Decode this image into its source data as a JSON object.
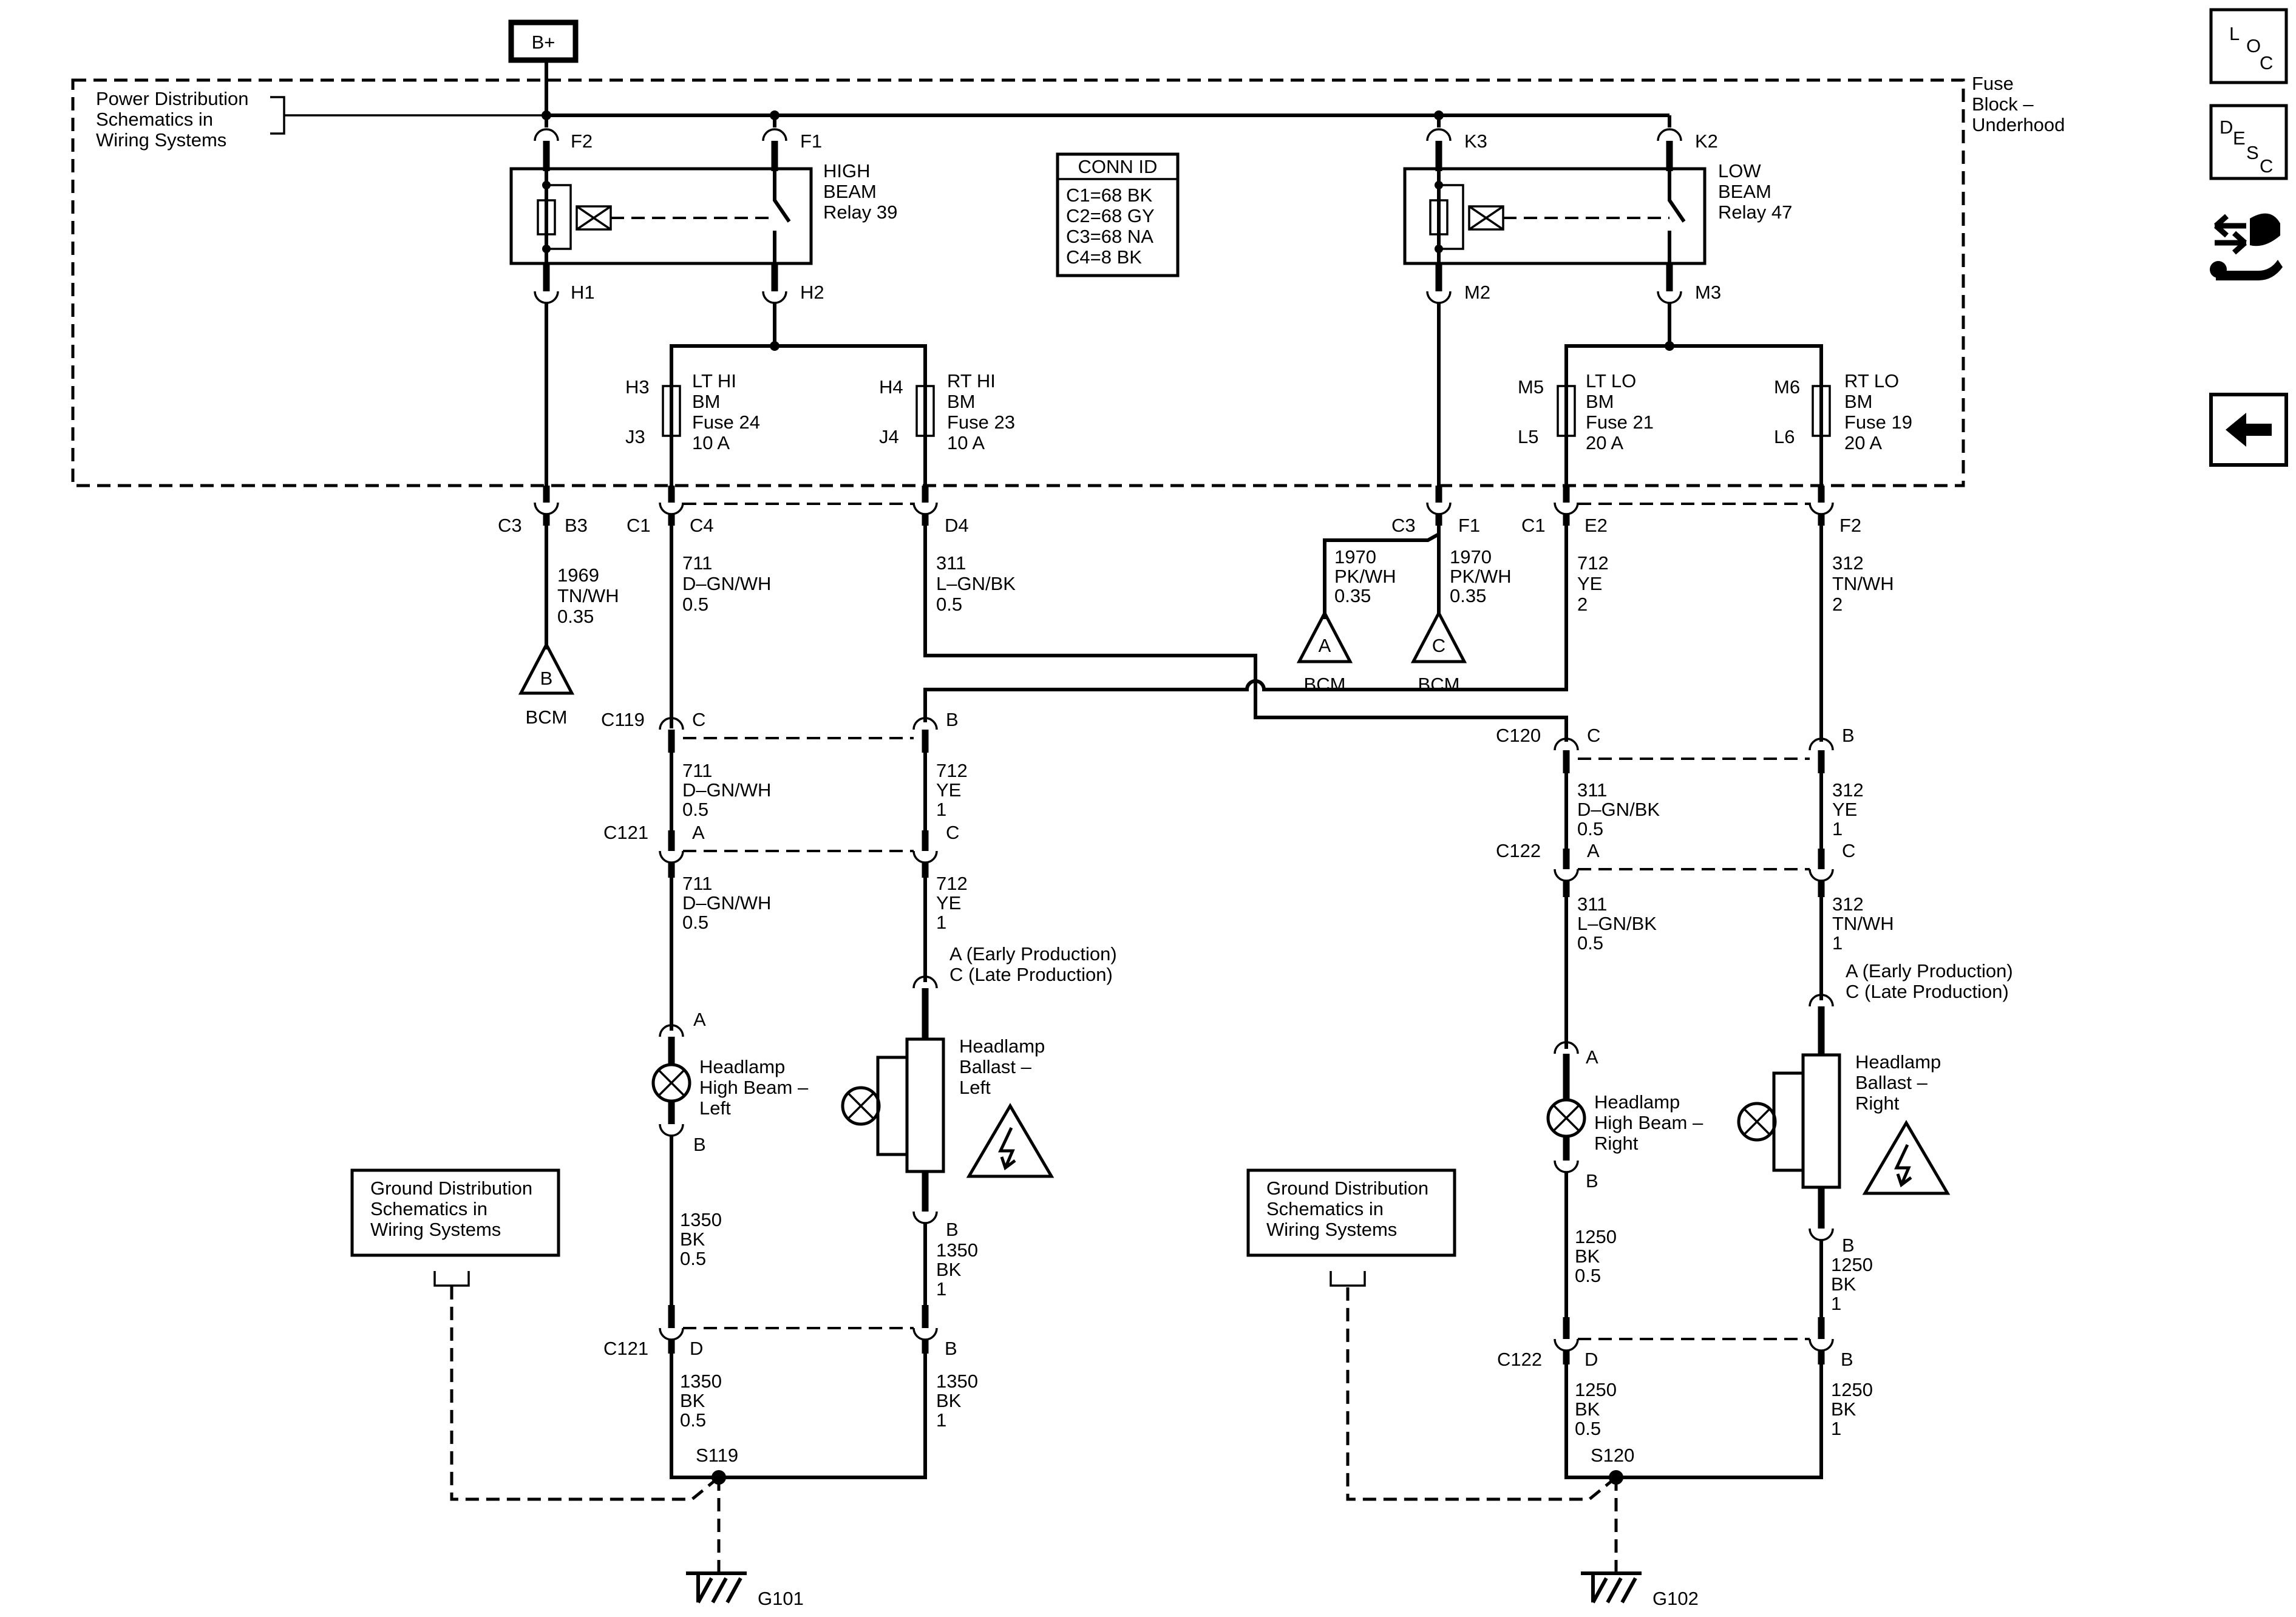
{
  "power": {
    "label": "B+"
  },
  "fuse_block": {
    "line1": "Fuse",
    "line2": "Block –",
    "line3": "Underhood"
  },
  "power_dist": {
    "line1": "Power Distribution",
    "line2": "Schematics in",
    "line3": "Wiring Systems"
  },
  "ground_dist": {
    "line1": "Ground Distribution",
    "line2": "Schematics in",
    "line3": "Wiring Systems"
  },
  "conn_id": {
    "title": "CONN ID",
    "rows": [
      "C1=68 BK",
      "C2=68 GY",
      "C3=68 NA",
      "C4=8 BK"
    ]
  },
  "relays": {
    "high": {
      "name": [
        "HIGH",
        "BEAM",
        "Relay 39"
      ],
      "in_a": "F2",
      "in_b": "F1",
      "out_a": "H1",
      "out_b": "H2"
    },
    "low": {
      "name": [
        "LOW",
        "BEAM",
        "Relay 47"
      ],
      "in_a": "K3",
      "in_b": "K2",
      "out_a": "M2",
      "out_b": "M3"
    }
  },
  "fuses": {
    "lt_hi": {
      "top": "H3",
      "bottom": "J3",
      "label": [
        "LT HI",
        "BM",
        "Fuse 24",
        "10 A"
      ]
    },
    "rt_hi": {
      "top": "H4",
      "bottom": "J4",
      "label": [
        "RT HI",
        "BM",
        "Fuse 23",
        "10 A"
      ]
    },
    "lt_lo": {
      "top": "M5",
      "bottom": "L5",
      "label": [
        "LT LO",
        "BM",
        "Fuse 21",
        "20 A"
      ]
    },
    "rt_lo": {
      "top": "M6",
      "bottom": "L6",
      "label": [
        "RT LO",
        "BM",
        "Fuse 19",
        "20 A"
      ]
    }
  },
  "connectors": {
    "c3_left": "C3",
    "b3": "B3",
    "c1_left": "C1",
    "c4": "C4",
    "d4": "D4",
    "c3_right": "C3",
    "f1": "F1",
    "c1_right": "C1",
    "e2": "E2",
    "f2": "F2",
    "c119": "C119",
    "c119_c": "C",
    "c119_b": "B",
    "c121a": "C121",
    "c121a_a": "A",
    "c121a_c": "C",
    "c121b": "C121",
    "c121b_d": "D",
    "c121b_b": "B",
    "c120": "C120",
    "c120_c": "C",
    "c120_b": "B",
    "c122a": "C122",
    "c122a_a": "A",
    "c122a_c": "C",
    "c122b": "C122",
    "c122b_d": "D",
    "c122b_b": "B"
  },
  "wires": {
    "w1969": [
      "1969",
      "TN/WH",
      "0.35"
    ],
    "w711_1": [
      "711",
      "D–GN/WH",
      "0.5"
    ],
    "w311_1": [
      "311",
      "L–GN/BK",
      "0.5"
    ],
    "w1970a": [
      "1970",
      "PK/WH",
      "0.35"
    ],
    "w1970c": [
      "1970",
      "PK/WH",
      "0.35"
    ],
    "w712_1": [
      "712",
      "YE",
      "2"
    ],
    "w312_1": [
      "312",
      "TN/WH",
      "2"
    ],
    "w711_2": [
      "711",
      "D–GN/WH",
      "0.5"
    ],
    "w712_2": [
      "712",
      "YE",
      "1"
    ],
    "w311_2": [
      "311",
      "D–GN/BK",
      "0.5"
    ],
    "w312_2": [
      "312",
      "YE",
      "1"
    ],
    "w711_3": [
      "711",
      "D–GN/WH",
      "0.5"
    ],
    "w712_3": [
      "712",
      "YE",
      "1"
    ],
    "w311_3": [
      "311",
      "L–GN/BK",
      "0.5"
    ],
    "w312_3": [
      "312",
      "TN/WH",
      "1"
    ],
    "w1350_1": [
      "1350",
      "BK",
      "0.5"
    ],
    "w1350_2": [
      "1350",
      "BK",
      "1"
    ],
    "w1350_3": [
      "1350",
      "BK",
      "0.5"
    ],
    "w1350_4": [
      "1350",
      "BK",
      "1"
    ],
    "w1250_1": [
      "1250",
      "BK",
      "0.5"
    ],
    "w1250_2": [
      "1250",
      "BK",
      "1"
    ],
    "w1250_3": [
      "1250",
      "BK",
      "0.5"
    ],
    "w1250_4": [
      "1250",
      "BK",
      "1"
    ]
  },
  "bcm": {
    "b_letter": "B",
    "a_letter": "A",
    "c_letter": "C",
    "label": "BCM"
  },
  "components": {
    "hb_left": {
      "pin_a": "A",
      "pin_b": "B",
      "label": [
        "Headlamp",
        "High Beam –",
        "Left"
      ]
    },
    "ballast_left": {
      "pin_top": [
        "A (Early Production)",
        "C (Late Production)"
      ],
      "pin_b": "B",
      "label": [
        "Headlamp",
        "Ballast –",
        "Left"
      ]
    },
    "hb_right": {
      "pin_a": "A",
      "pin_b": "B",
      "label": [
        "Headlamp",
        "High Beam –",
        "Right"
      ]
    },
    "ballast_right": {
      "pin_top": [
        "A (Early Production)",
        "C (Late Production)"
      ],
      "pin_b": "B",
      "label": [
        "Headlamp",
        "Ballast –",
        "Right"
      ]
    }
  },
  "splices": {
    "s119": "S119",
    "s120": "S120"
  },
  "grounds": {
    "g101": "G101",
    "g102": "G102"
  },
  "nav": {
    "loc": [
      "L",
      "O",
      "C"
    ],
    "desc": [
      "D",
      "E",
      "S",
      "C"
    ],
    "icons": [
      "connector-tools-icon",
      "back-arrow-icon"
    ]
  }
}
